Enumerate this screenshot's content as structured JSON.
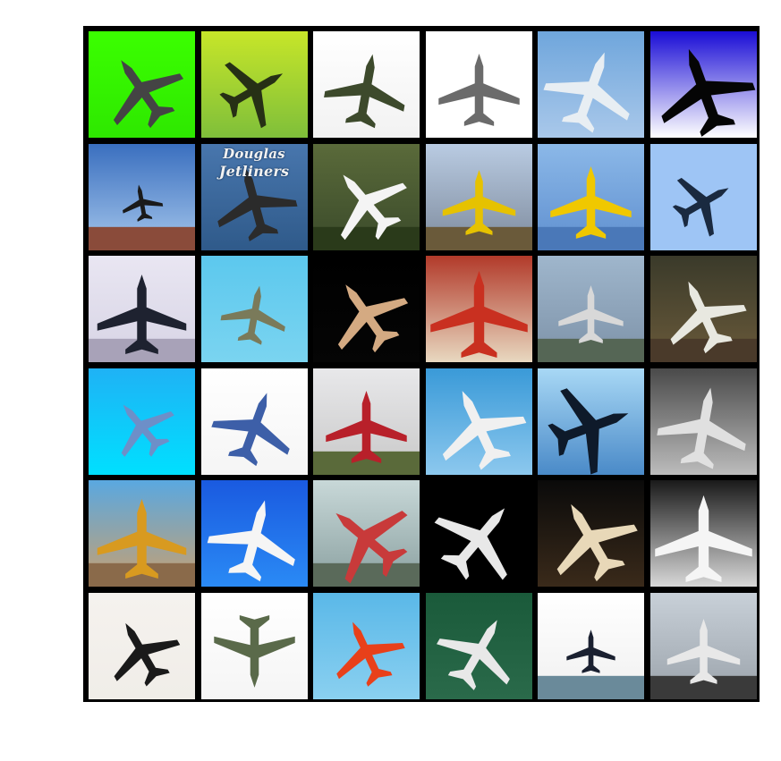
{
  "grid": {
    "rows": 6,
    "cols": 6,
    "tiles": [
      {
        "bg": [
          "#3bff00",
          "#2ee800"
        ],
        "plane": "#444444",
        "ground": null,
        "icon": "airplane-icon"
      },
      {
        "bg": [
          "#c7e629",
          "#7fbf3a"
        ],
        "plane": "#263015",
        "ground": null,
        "icon": "airplane-icon"
      },
      {
        "bg": [
          "#ffffff",
          "#f2f2f2"
        ],
        "plane": "#3d4a2c",
        "ground": null,
        "icon": "airplane-icon"
      },
      {
        "bg": [
          "#ffffff",
          "#ffffff"
        ],
        "plane": "#6b6b6b",
        "ground": null,
        "icon": "airplane-icon"
      },
      {
        "bg": [
          "#6fa6dc",
          "#a9c8ea"
        ],
        "plane": "#e8eef3",
        "ground": null,
        "icon": "airplane-icon"
      },
      {
        "bg": [
          "#1a0dd6",
          "#ffffff"
        ],
        "plane": "#050505",
        "ground": null,
        "icon": "airplane-icon"
      },
      {
        "bg": [
          "#3a6fbf",
          "#a6c7ec"
        ],
        "plane": "#1a1a1a",
        "ground": "#8a4b3a",
        "icon": "airplane-icon"
      },
      {
        "bg": [
          "#4876ad",
          "#2f5a8a"
        ],
        "plane": "#2b2b2b",
        "ground": null,
        "icon": "airplane-icon",
        "text1": "Douglas",
        "text2": "Jetliners"
      },
      {
        "bg": [
          "#5a6a3a",
          "#3a4a2a"
        ],
        "plane": "#f4f4f4",
        "ground": "#2a3a1a",
        "icon": "airplane-icon"
      },
      {
        "bg": [
          "#b9cbe2",
          "#7d8a9c"
        ],
        "plane": "#e6c200",
        "ground": "#6a5a3a",
        "icon": "airplane-icon"
      },
      {
        "bg": [
          "#8bb8e8",
          "#5f8fcf"
        ],
        "plane": "#f0c800",
        "ground": "#4a78b8",
        "icon": "airplane-icon"
      },
      {
        "bg": [
          "#9ec5f5",
          "#9ec5f5"
        ],
        "plane": "#1a2a40",
        "ground": null,
        "icon": "airplane-icon"
      },
      {
        "bg": [
          "#e9e6f2",
          "#d7d4e5"
        ],
        "plane": "#1e2230",
        "ground": "#a8a2b8",
        "icon": "airplane-icon"
      },
      {
        "bg": [
          "#5cc8ee",
          "#7ad4f0"
        ],
        "plane": "#7a7a5a",
        "ground": null,
        "icon": "airplane-icon"
      },
      {
        "bg": [
          "#000000",
          "#050505"
        ],
        "plane": "#d4aa82",
        "ground": null,
        "icon": "airplane-icon"
      },
      {
        "bg": [
          "#b23a2a",
          "#e8d8c0"
        ],
        "plane": "#c93020",
        "ground": null,
        "icon": "airplane-icon"
      },
      {
        "bg": [
          "#9fb6cc",
          "#7d92a8"
        ],
        "plane": "#d8d8d8",
        "ground": "#556655",
        "icon": "airplane-icon"
      },
      {
        "bg": [
          "#3a3a2a",
          "#6a5a3a"
        ],
        "plane": "#e8e8e0",
        "ground": "#4a3a2a",
        "icon": "airplane-icon"
      },
      {
        "bg": [
          "#1fb2f5",
          "#00e0ff"
        ],
        "plane": "#6d8fc8",
        "ground": null,
        "icon": "airplane-icon"
      },
      {
        "bg": [
          "#ffffff",
          "#f5f5f5"
        ],
        "plane": "#3d5fa8",
        "ground": null,
        "icon": "airplane-icon"
      },
      {
        "bg": [
          "#e8e8ea",
          "#c8c8c8"
        ],
        "plane": "#b8202a",
        "ground": "#5a6a3a",
        "icon": "airplane-icon"
      },
      {
        "bg": [
          "#3a9ad8",
          "#8cc8ee"
        ],
        "plane": "#f0f0f0",
        "ground": null,
        "icon": "airplane-icon"
      },
      {
        "bg": [
          "#a8d8f5",
          "#4a8ac8"
        ],
        "plane": "#0e1a2a",
        "ground": null,
        "icon": "airplane-icon"
      },
      {
        "bg": [
          "#4a4a4a",
          "#bcbcbc"
        ],
        "plane": "#e0e0e0",
        "ground": null,
        "icon": "airplane-icon"
      },
      {
        "bg": [
          "#5aa8e0",
          "#c8a070"
        ],
        "plane": "#d89a20",
        "ground": "#8a6a4a",
        "icon": "airplane-icon"
      },
      {
        "bg": [
          "#1a5ae0",
          "#2a8af5"
        ],
        "plane": "#f5f5f5",
        "ground": null,
        "icon": "airplane-icon"
      },
      {
        "bg": [
          "#c8d8d8",
          "#8aa0a0"
        ],
        "plane": "#c83a3a",
        "ground": "#5a6a5a",
        "icon": "airplane-icon"
      },
      {
        "bg": [
          "#000000",
          "#000000"
        ],
        "plane": "#e8e8e8",
        "ground": null,
        "icon": "airplane-icon"
      },
      {
        "bg": [
          "#0a0a0a",
          "#3a2a1a"
        ],
        "plane": "#e8d8b8",
        "ground": null,
        "icon": "airplane-icon"
      },
      {
        "bg": [
          "#1a1a1a",
          "#d8d8d8"
        ],
        "plane": "#f5f5f5",
        "ground": null,
        "icon": "airplane-icon"
      },
      {
        "bg": [
          "#f5f2ee",
          "#f0ede8"
        ],
        "plane": "#1a1a1a",
        "ground": null,
        "icon": "airplane-icon"
      },
      {
        "bg": [
          "#ffffff",
          "#f5f5f5"
        ],
        "plane": "#5a6a4a",
        "ground": null,
        "icon": "airplane-icon"
      },
      {
        "bg": [
          "#5ab8e8",
          "#8ad0f0"
        ],
        "plane": "#e8401a",
        "ground": null,
        "icon": "airplane-icon"
      },
      {
        "bg": [
          "#1a5a3a",
          "#2a6a4a"
        ],
        "plane": "#e8e8e8",
        "ground": null,
        "icon": "airplane-icon"
      },
      {
        "bg": [
          "#ffffff",
          "#f0f0f0"
        ],
        "plane": "#1a2030",
        "ground": "#6a8a9a",
        "icon": "airplane-icon"
      },
      {
        "bg": [
          "#c8d0d8",
          "#9aa2aa"
        ],
        "plane": "#e8e8e8",
        "ground": "#3a3a3a",
        "icon": "airplane-icon"
      }
    ]
  }
}
